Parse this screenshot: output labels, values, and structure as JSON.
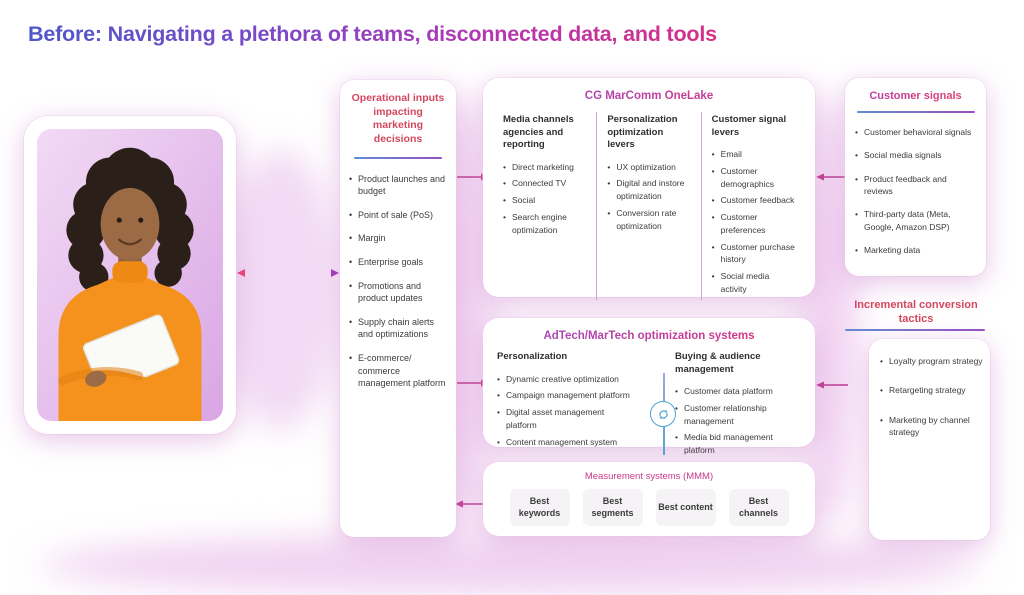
{
  "title": "Before: Navigating a plethora of teams, disconnected data, and tools",
  "colors": {
    "title_gradient_start": "#4E57C8",
    "title_gradient_end": "#D62F86",
    "heading_pink": "#D4485F",
    "gradient_heading_start": "#9C4BC2",
    "gradient_heading_end": "#E0317B",
    "arrow": "#BE3A8E",
    "divider_gradient_start": "#5F8DD3",
    "divider_gradient_end": "#9A4FC0",
    "sync_icon_blue": "#4FA3CF",
    "body_text": "#3C3C3C",
    "chip_background": "#F5F3F5"
  },
  "icons": {
    "sync": "sync-icon (circular arrows)",
    "arrow_right": "right-arrow",
    "arrow_left": "left-arrow",
    "arrow_double": "double-headed-arrow"
  },
  "photo": {
    "description": "Woman with dark curly hair in an orange sweater holding a white tablet on a pink background"
  },
  "operational_inputs": {
    "title": "Operational inputs impacting marketing decisions",
    "items": [
      "Product launches and budget",
      "Point of sale (PoS)",
      "Margin",
      "Enterprise goals",
      "Promotions and product updates",
      "Supply chain alerts and optimizations",
      "E-commerce/ commerce management platform"
    ]
  },
  "onelake": {
    "title": "CG MarComm OneLake",
    "columns": [
      {
        "header": "Media channels agencies and reporting",
        "items": [
          "Direct marketing",
          "Connected TV",
          "Social",
          "Search engine optimization"
        ]
      },
      {
        "header": "Personalization optimization levers",
        "items": [
          "UX optimization",
          "Digital and instore optimization",
          "Conversion rate optimization"
        ]
      },
      {
        "header": "Customer signal levers",
        "items": [
          "Email",
          "Customer demographics",
          "Customer feedback",
          "Customer preferences",
          "Customer purchase history",
          "Social media activity"
        ]
      }
    ]
  },
  "customer_signals": {
    "title": "Customer signals",
    "items": [
      "Customer behavioral signals",
      "Social media signals",
      "Product feedback and reviews",
      "Third-party data (Meta, Google, Amazon DSP)",
      "Marketing data"
    ]
  },
  "adtech": {
    "title": "AdTech/MarTech optimization systems",
    "columns": [
      {
        "header": "Personalization",
        "items": [
          "Dynamic creative optimization",
          "Campaign management platform",
          "Digital asset management platform",
          "Content management system"
        ]
      },
      {
        "header": "Buying & audience management",
        "items": [
          "Customer data platform",
          "Customer relationship management",
          "Media bid management platform"
        ]
      }
    ]
  },
  "incremental": {
    "title": "Incremental conversion tactics",
    "items": [
      "Loyalty program strategy",
      "Retargeting strategy",
      "Marketing by channel strategy"
    ]
  },
  "measurement": {
    "title": "Measurement systems (MMM)",
    "boxes": [
      "Best keywords",
      "Best segments",
      "Best content",
      "Best channels"
    ]
  }
}
